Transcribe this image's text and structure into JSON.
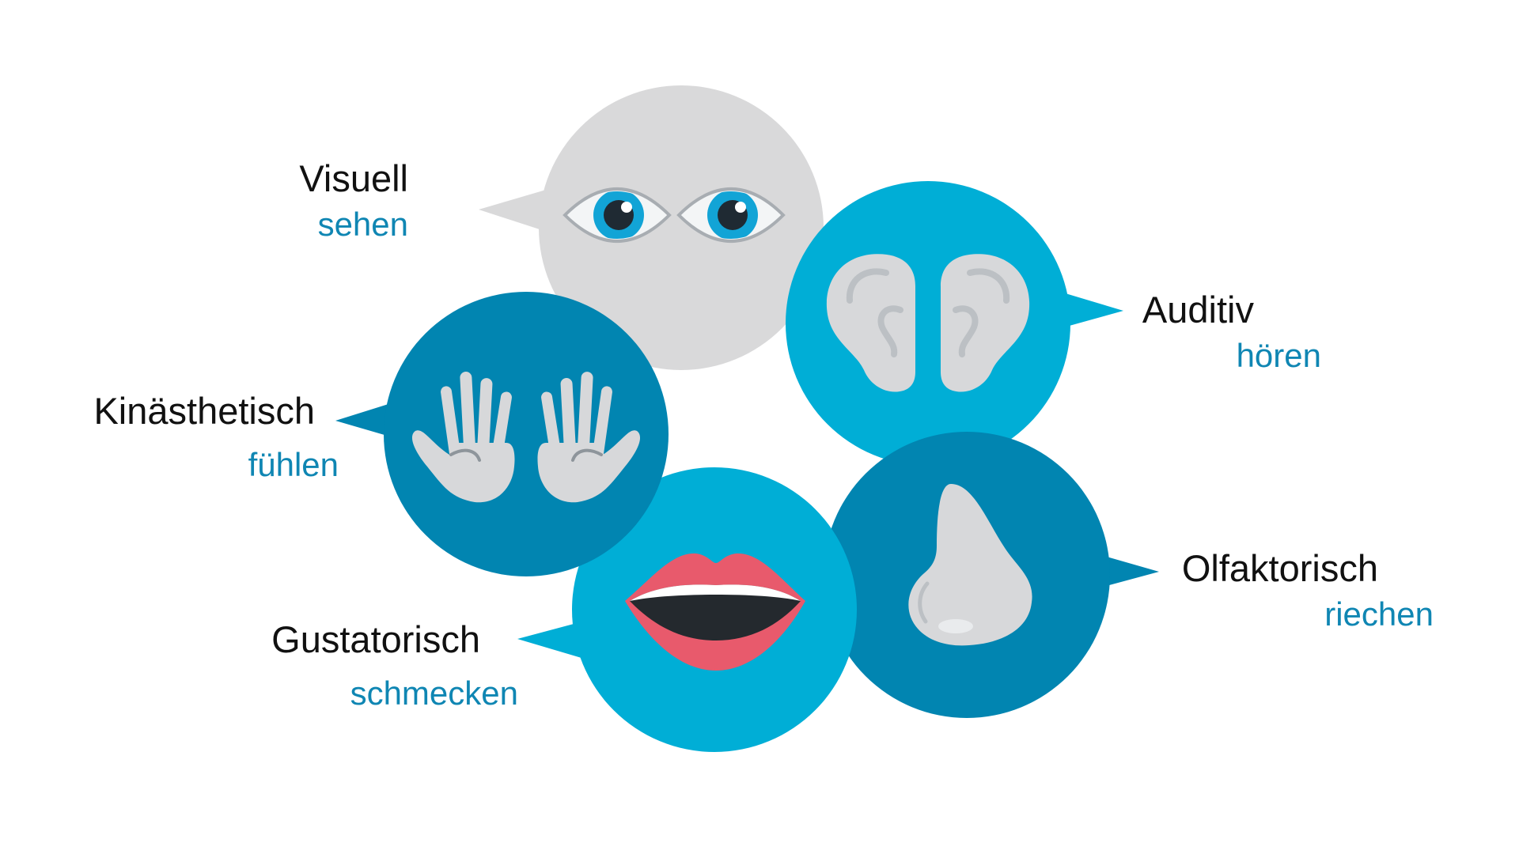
{
  "colors": {
    "grey_bubble": "#d9d9da",
    "light_blue_bubble": "#00aed6",
    "dark_blue_bubble": "#0185b1",
    "icon_grey": "#d7d8da",
    "icon_stroke": "#a8adb2",
    "iris": "#12a4d6",
    "lips": "#e85a6c",
    "mouth_inside": "#24292e",
    "verb_text": "#0f86b3",
    "term_text": "#111111"
  },
  "senses": [
    {
      "id": "visual",
      "term": "Visuell",
      "verb": "sehen",
      "icon": "eyes-icon",
      "bubble_color": "grey"
    },
    {
      "id": "auditory",
      "term": "Auditiv",
      "verb": "hören",
      "icon": "ears-icon",
      "bubble_color": "light-blue"
    },
    {
      "id": "kinesthetic",
      "term": "Kinästhetisch",
      "verb": "fühlen",
      "icon": "hands-icon",
      "bubble_color": "dark-blue"
    },
    {
      "id": "olfactory",
      "term": "Olfaktorisch",
      "verb": "riechen",
      "icon": "nose-icon",
      "bubble_color": "dark-blue"
    },
    {
      "id": "gustatory",
      "term": "Gustatorisch",
      "verb": "schmecken",
      "icon": "mouth-icon",
      "bubble_color": "light-blue"
    }
  ]
}
